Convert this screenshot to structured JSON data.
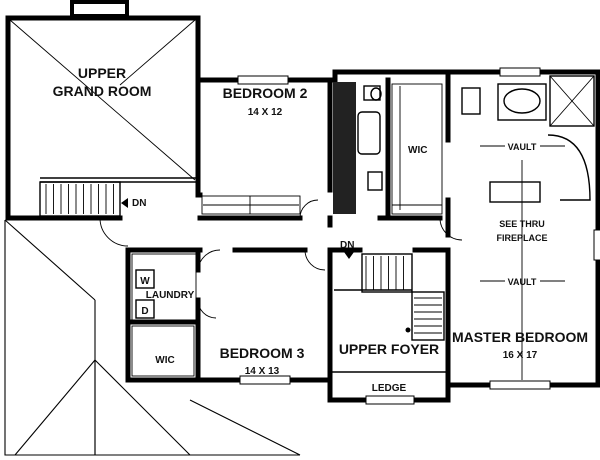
{
  "plan": {
    "rooms": {
      "upper_grand_room": [
        "UPPER",
        "GRAND ROOM"
      ],
      "bedroom2": {
        "name": "BEDROOM 2",
        "size": "14 X 12"
      },
      "bedroom3": {
        "name": "BEDROOM 3",
        "size": "14 X 13"
      },
      "master": {
        "name": "MASTER BEDROOM",
        "size": "16 X 17"
      },
      "upper_foyer": "UPPER FOYER",
      "laundry": "LAUNDRY",
      "wic_top": "WIC",
      "wic_bottom": "WIC",
      "ledge": "LEDGE",
      "vault_top": "VAULT",
      "vault_bottom": "VAULT",
      "fireplace": [
        "SEE THRU",
        "FIREPLACE"
      ],
      "washer": "W",
      "dryer": "D"
    },
    "stairs": {
      "dn_left": "DN",
      "dn_center": "DN"
    }
  }
}
